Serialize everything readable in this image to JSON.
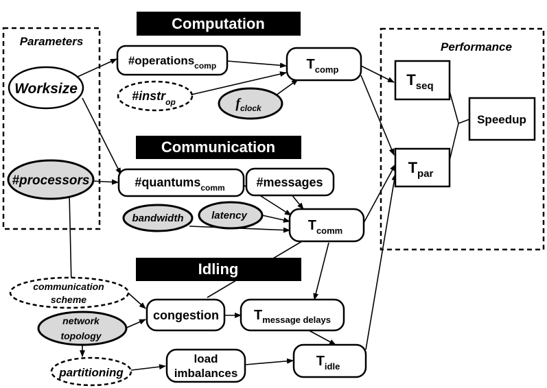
{
  "headers": {
    "computation": "Computation",
    "communication": "Communication",
    "idling": "Idling"
  },
  "groups": {
    "parameters": "Parameters",
    "performance": "Performance"
  },
  "nodes": {
    "worksize": "Worksize",
    "processors": "#processors",
    "operations": {
      "main": "#operations",
      "sub": "comp"
    },
    "instr": {
      "main": "#instr",
      "sub": "op"
    },
    "fclock": {
      "main": "f",
      "sub": "clock"
    },
    "tcomp": {
      "main": "T",
      "sub": "comp"
    },
    "quantums": {
      "main": "#quantums",
      "sub": "comm"
    },
    "messages": "#messages",
    "bandwidth": "bandwidth",
    "latency": "latency",
    "tcomm": {
      "main": "T",
      "sub": "comm"
    },
    "commscheme": {
      "line1": "communication",
      "line2": "scheme"
    },
    "nettopology": {
      "line1": "network",
      "line2": "topology"
    },
    "partitioning": "partitioning",
    "congestion": "congestion",
    "tmsgdelays": {
      "main": "T",
      "sub": "message delays"
    },
    "loadimb": {
      "line1": "load",
      "line2": "imbalances"
    },
    "tidle": {
      "main": "T",
      "sub": "idle"
    },
    "tseq": {
      "main": "T",
      "sub": "seq"
    },
    "tpar": {
      "main": "T",
      "sub": "par"
    },
    "speedup": "Speedup"
  }
}
